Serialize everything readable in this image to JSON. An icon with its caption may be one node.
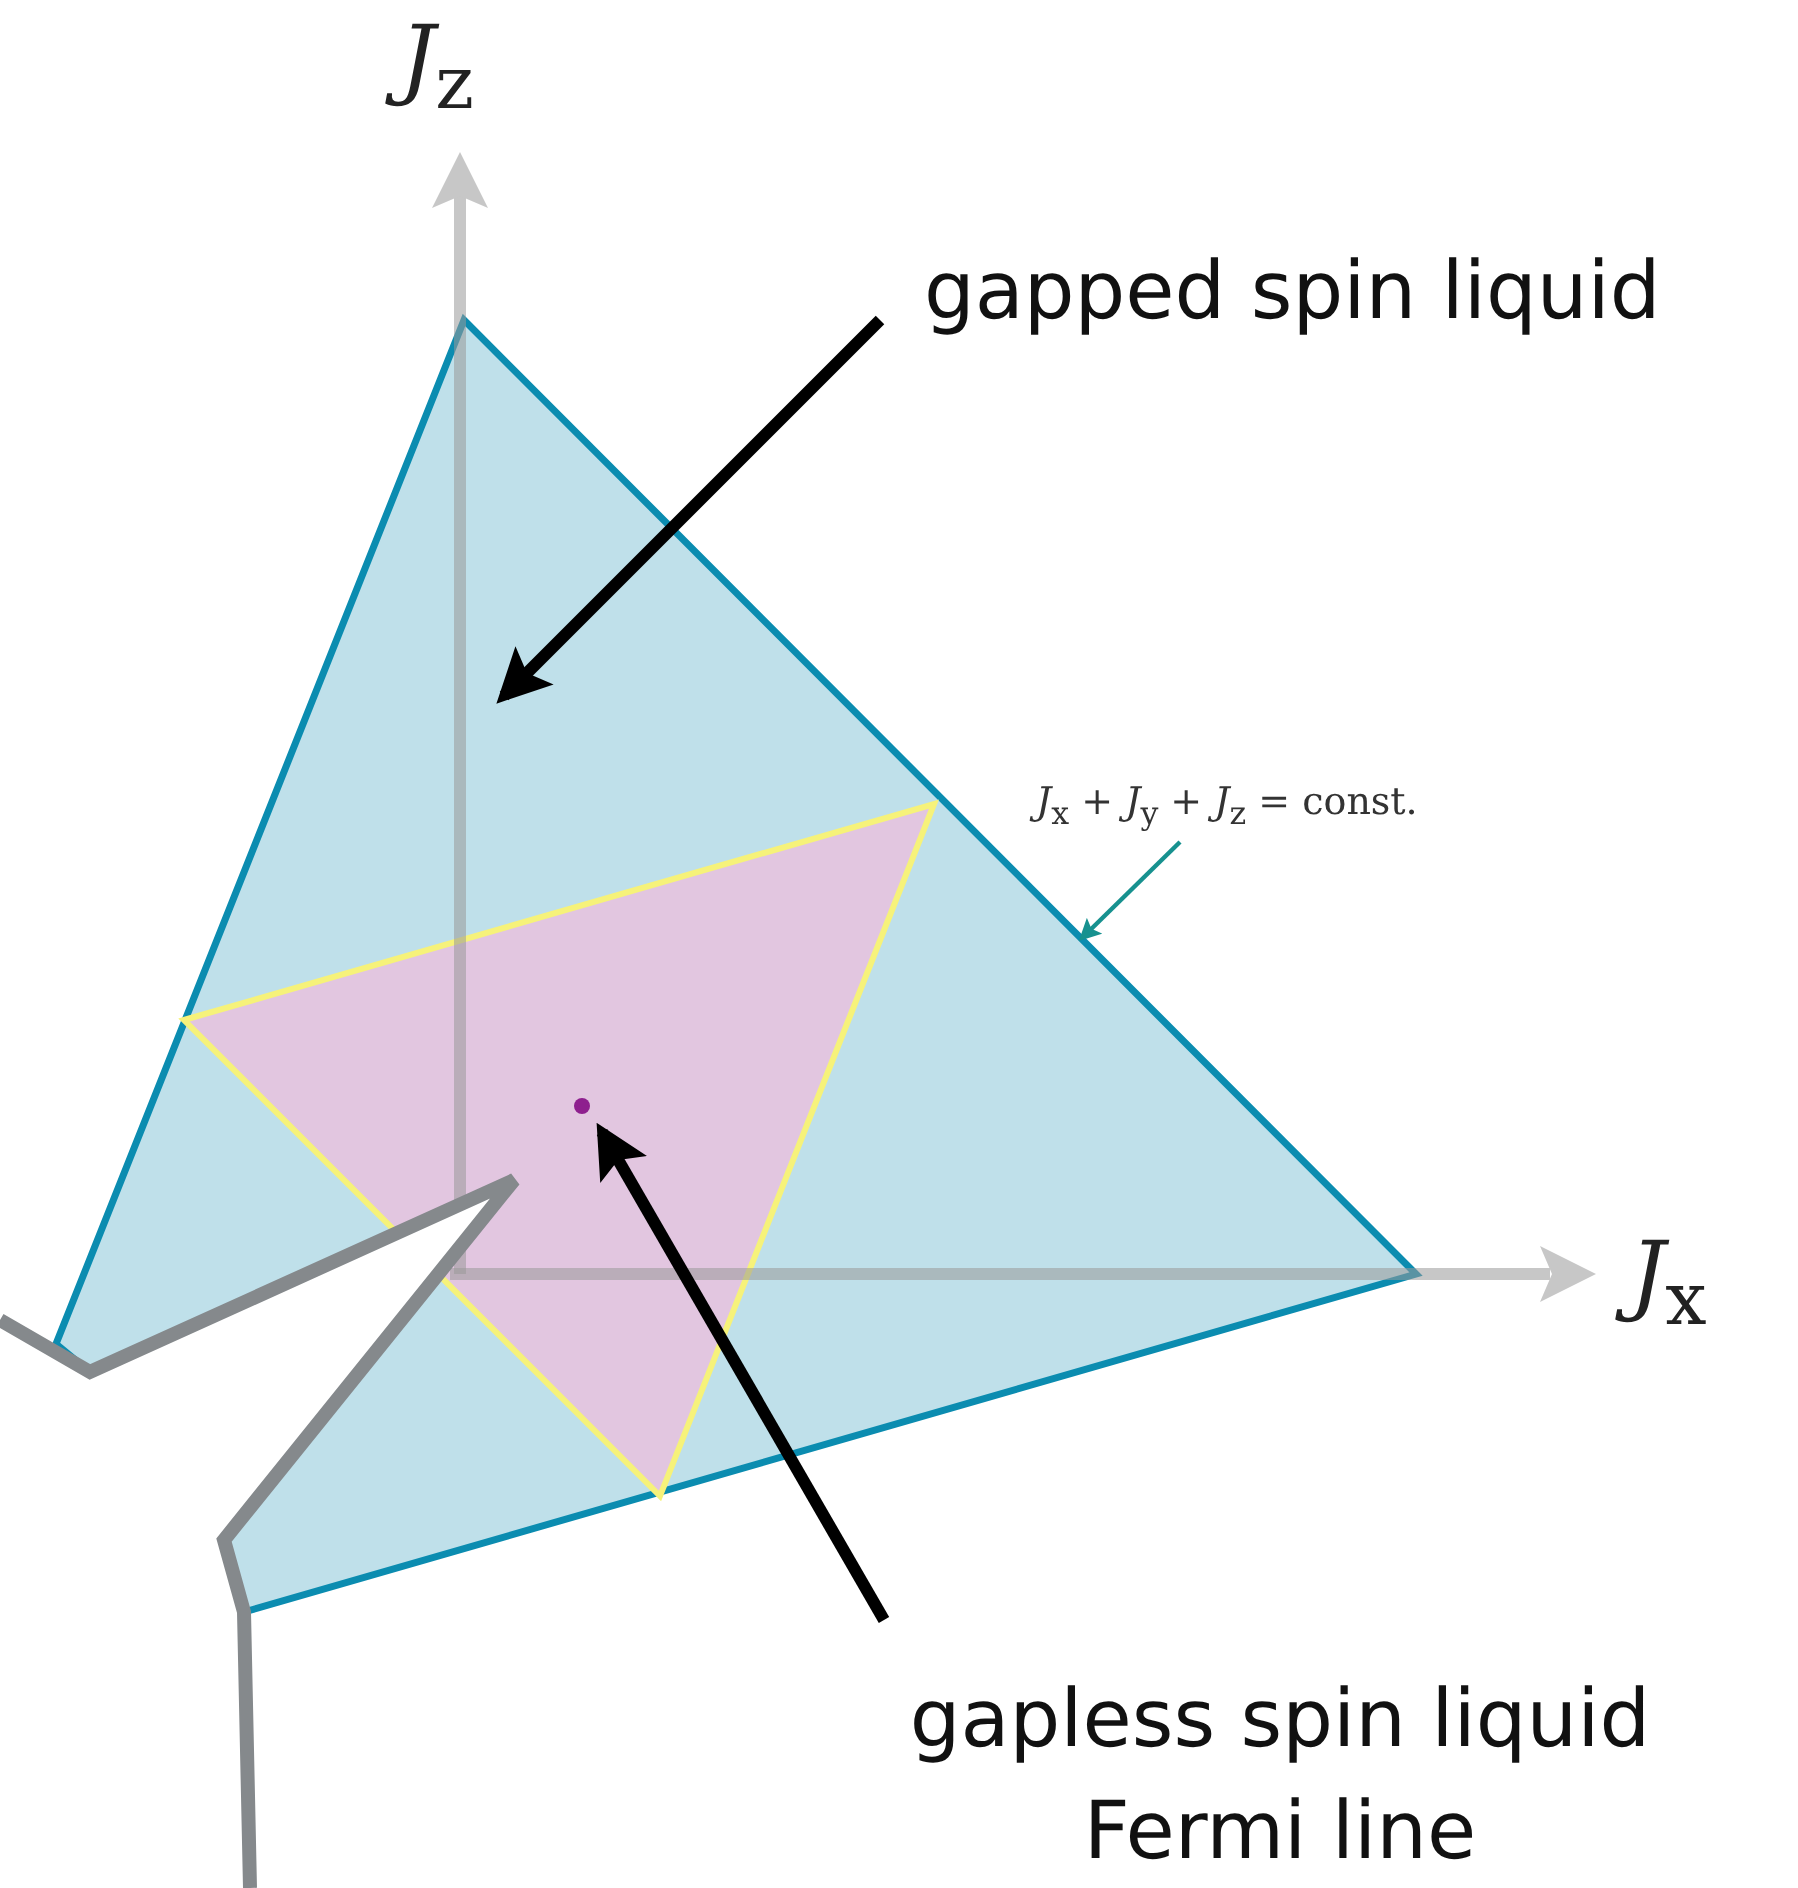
{
  "diagram": {
    "nodes": [
      {
        "text": [
          "gapped spin liquid"
        ]
      },
      {
        "text": [],
        "shape": "triangle"
      },
      {
        "text": [
          "*J*$_{x}$ + *J*$_{y}$ + *J*$_{z}$ = const."
        ]
      },
      {
        "text": [],
        "shape": "circle",
        "in": 1
      },
      {
        "text": [
          "gapless spin liquid Fermi line"
        ]
      }
    ],
    "edges": [
      {
        "from": 0,
        "to": 1,
        "arrow": "to"
      },
      {
        "from": 4,
        "to": 3,
        "arrow": "to"
      },
      {
        "from": 2,
        "to": 1,
        "arrow": "to",
        "color": "#17918f"
      }
    ],
    "labels": [
      "*J*$_{z}$",
      "*J*$_{x}$"
    ]
  }
}
